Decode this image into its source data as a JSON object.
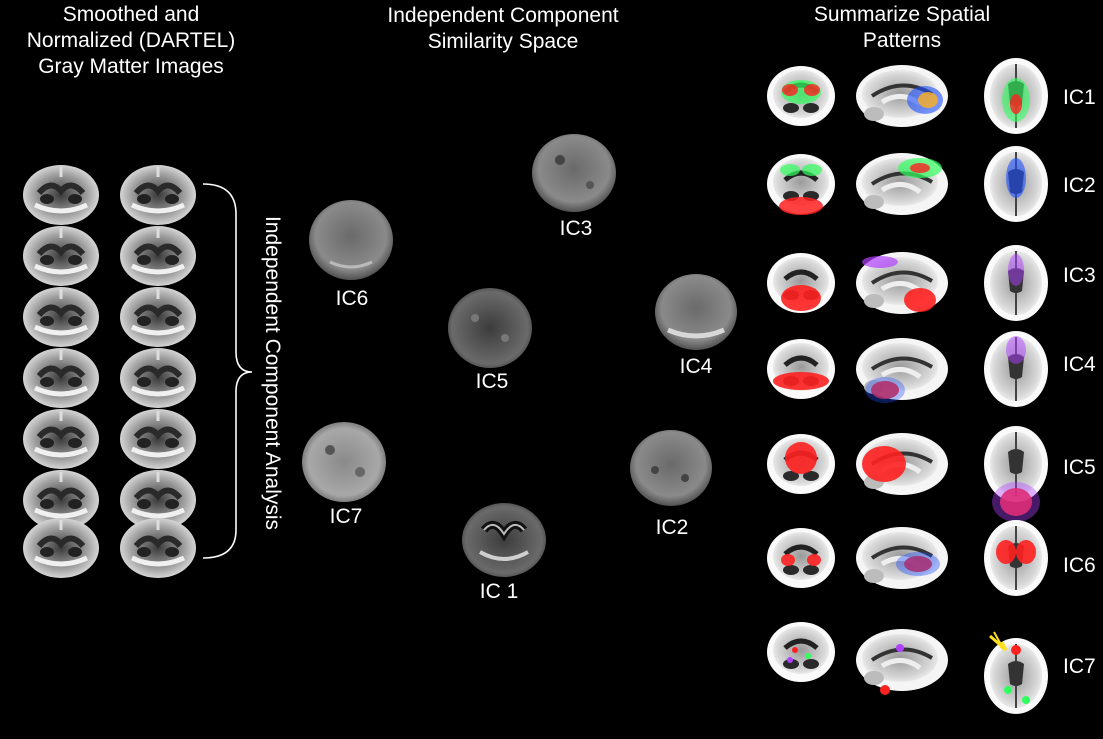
{
  "columns": {
    "left_title": [
      "Smoothed and",
      "Normalized (DARTEL)",
      "Gray Matter Images"
    ],
    "middle_title": [
      "Independent Component",
      "Similarity Space"
    ],
    "right_title": [
      "Summarize Spatial",
      "Patterns"
    ]
  },
  "bracket_label": "Independent Component Analysis",
  "similarity_components": [
    {
      "id": "ic3",
      "label": "IC3",
      "shade": "#8a8a8a"
    },
    {
      "id": "ic6",
      "label": "IC6",
      "shade": "#8e8e8e"
    },
    {
      "id": "ic4",
      "label": "IC4",
      "shade": "#8c8c8c"
    },
    {
      "id": "ic5",
      "label": "IC5",
      "shade": "#6f6f6f"
    },
    {
      "id": "ic7",
      "label": "IC7",
      "shade": "#9a9a9a"
    },
    {
      "id": "ic2",
      "label": "IC2",
      "shade": "#8a8a8a"
    },
    {
      "id": "ic1",
      "label": "IC 1",
      "shade": "#5a5a5a"
    }
  ],
  "pattern_rows": [
    {
      "label": "IC1",
      "hot": "medium"
    },
    {
      "label": "IC2",
      "hot": "medium"
    },
    {
      "label": "IC3",
      "hot": "cerebellum"
    },
    {
      "label": "IC4",
      "hot": "cerebellum-low"
    },
    {
      "label": "IC5",
      "hot": "deep"
    },
    {
      "label": "IC6",
      "hot": "deep"
    },
    {
      "label": "IC7",
      "hot": "sparse"
    }
  ],
  "colors": {
    "background": "#000000",
    "text": "#ffffff",
    "heat_red": "#ff2020",
    "heat_green": "#30ff60",
    "heat_blue": "#2050ff",
    "heat_purple": "#b040ff",
    "arrow_yellow": "#ffe020"
  }
}
